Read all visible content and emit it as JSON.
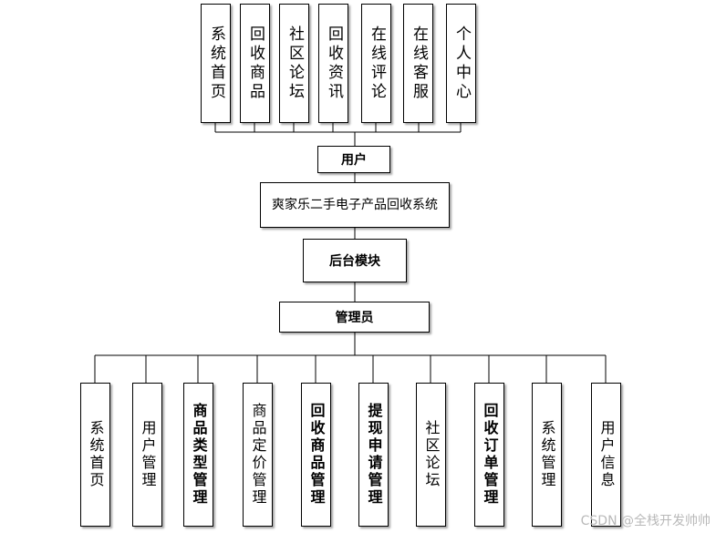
{
  "top_modules": [
    "系统首页",
    "回收商品",
    "社区论坛",
    "回收资讯",
    "在线评论",
    "在线客服",
    "个人中心"
  ],
  "user_node": "用户",
  "system_node": "爽家乐二手电子产品回收系统",
  "backend_node": "后台模块",
  "admin_node": "管理员",
  "bottom_modules": [
    "系统首页",
    "用户管理",
    "商品类型管理",
    "商品定价管理",
    "回收商品管理",
    "提现申请管理",
    "社区论坛",
    "回收订单管理",
    "系统管理",
    "用户信息"
  ],
  "watermark": "CSDN @全栈开发帅帅"
}
